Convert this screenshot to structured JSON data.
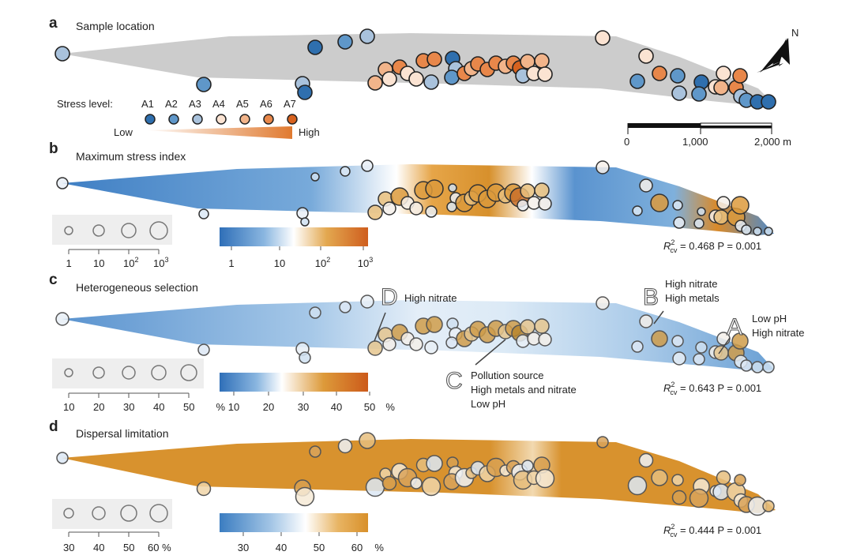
{
  "panels": {
    "a": {
      "letter": "a",
      "title": "Sample location"
    },
    "b": {
      "letter": "b",
      "title": "Maximum stress index",
      "r2": "R",
      "r2_sup": "2",
      "r2_sub": "cv",
      "stat": " = 0.468 P = 0.001",
      "size_legend": [
        "1",
        "10",
        "10",
        "10"
      ],
      "size_legend_sup": [
        "",
        "",
        "2",
        "3"
      ],
      "color_ticks": [
        "1",
        "10",
        "10",
        "10"
      ],
      "color_ticks_sup": [
        "",
        "",
        "2",
        "3"
      ]
    },
    "c": {
      "letter": "c",
      "title": "Heterogeneous selection",
      "r2": "R",
      "r2_sup": "2",
      "r2_sub": "cv",
      "stat": " = 0.643 P = 0.001",
      "size_legend": [
        "10",
        "20",
        "30",
        "40",
        "50",
        "%"
      ],
      "color_ticks": [
        "10",
        "20",
        "30",
        "40",
        "50",
        "%"
      ]
    },
    "d": {
      "letter": "d",
      "title": "Dispersal limitation",
      "r2": "R",
      "r2_sup": "2",
      "r2_sub": "cv",
      "stat": " = 0.444 P = 0.001",
      "size_legend": [
        "30",
        "40",
        "50",
        "60 %"
      ],
      "color_ticks": [
        "30",
        "40",
        "50",
        "60",
        "%"
      ]
    }
  },
  "stress_legend": {
    "title": "Stress level:",
    "levels": [
      "A1",
      "A2",
      "A3",
      "A4",
      "A5",
      "A6",
      "A7"
    ],
    "colors": [
      "#2f6fae",
      "#5f97c9",
      "#a9c2dc",
      "#fbe3d2",
      "#f2b48a",
      "#e8874a",
      "#d7621f"
    ],
    "low": "Low",
    "high": "High"
  },
  "scale_bar": {
    "labels": [
      "0",
      "1,000",
      "2,000 m"
    ]
  },
  "north": "N",
  "annotations": {
    "D": {
      "letter": "D",
      "lines": [
        "High nitrate"
      ]
    },
    "B": {
      "letter": "B",
      "lines": [
        "High nitrate",
        "High metals"
      ]
    },
    "A": {
      "letter": "A",
      "lines": [
        "Low pH",
        "High nitrate"
      ]
    },
    "C": {
      "letter": "C",
      "lines": [
        "Pollution source",
        "High metals and nitrate",
        "Low pH"
      ]
    }
  },
  "colors": {
    "map_gray": "#cccccc",
    "blue": "#3b7dc1",
    "light_blue": "#a9c9e6",
    "white": "#ffffff",
    "orange": "#d9902e",
    "dark_orange": "#cc5a1a"
  },
  "icons": [
    "north-arrow-icon"
  ]
}
